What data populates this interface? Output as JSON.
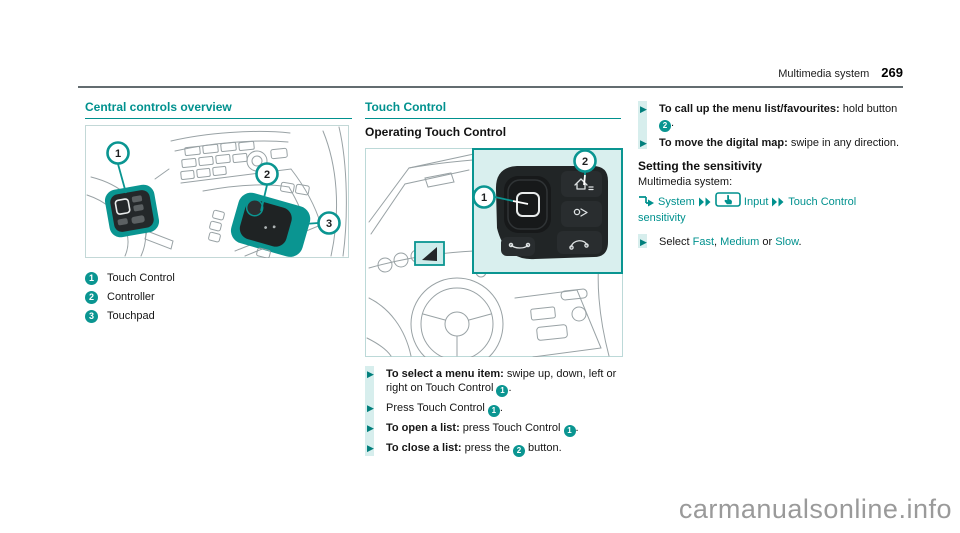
{
  "header": {
    "section": "Multimedia system",
    "page": "269"
  },
  "watermark": "carmanualsonline.info",
  "colors": {
    "teal": "#00918e",
    "teal_light": "#d7eeed",
    "text": "#161616",
    "rule_grey": "#636c70",
    "watermark_grey": "#9a9a9a",
    "sketch_grey": "#99a2a5",
    "dark": "#212526"
  },
  "left": {
    "heading": "Central controls overview",
    "figure": {
      "callouts": [
        "1",
        "2",
        "3"
      ]
    },
    "legend": [
      {
        "num": "1",
        "label": "Touch Control"
      },
      {
        "num": "2",
        "label": "Controller"
      },
      {
        "num": "3",
        "label": "Touchpad"
      }
    ]
  },
  "middle": {
    "heading": "Touch Control",
    "subheading": "Operating Touch Control",
    "figure": {
      "callouts": [
        "1",
        "2"
      ]
    },
    "bullets": [
      {
        "segments": [
          {
            "t": "To select a menu item:",
            "b": true
          },
          {
            "t": " swipe up, down, left or right on Touch Control "
          },
          {
            "ref": "1"
          },
          {
            "t": "."
          }
        ]
      },
      {
        "segments": [
          {
            "t": "Press Touch Control "
          },
          {
            "ref": "1"
          },
          {
            "t": "."
          }
        ]
      },
      {
        "segments": [
          {
            "t": "To open a list:",
            "b": true
          },
          {
            "t": " press Touch Control "
          },
          {
            "ref": "1"
          },
          {
            "t": "."
          }
        ]
      },
      {
        "segments": [
          {
            "t": "To close a list:",
            "b": true
          },
          {
            "t": " press the "
          },
          {
            "ref": "2"
          },
          {
            "t": " button."
          }
        ]
      }
    ]
  },
  "right": {
    "bullets": [
      {
        "segments": [
          {
            "t": "To call up the menu list/favourites:",
            "b": true
          },
          {
            "t": " hold button "
          },
          {
            "ref": "2"
          },
          {
            "t": "."
          }
        ]
      },
      {
        "segments": [
          {
            "t": "To move the digital map:",
            "b": true
          },
          {
            "t": " swipe in any direction."
          }
        ]
      }
    ],
    "heading": "Setting the sensitivity",
    "intro": "Multimedia system:",
    "path": [
      {
        "icon": "menu-path-arrow"
      },
      {
        "t": " System ",
        "teal": true
      },
      {
        "icon": "double-chevron"
      },
      {
        "t": " ",
        "teal": true
      },
      {
        "icon": "touch-input"
      },
      {
        "t": " Input ",
        "teal": true
      },
      {
        "icon": "double-chevron"
      },
      {
        "t": " Touch Control sensitivity",
        "teal": true
      }
    ],
    "bullets2": [
      {
        "segments": [
          {
            "t": "Select "
          },
          {
            "t": "Fast",
            "teal": true
          },
          {
            "t": ", "
          },
          {
            "t": "Medium",
            "teal": true
          },
          {
            "t": " or "
          },
          {
            "t": "Slow",
            "teal": true
          },
          {
            "t": "."
          }
        ]
      }
    ]
  }
}
